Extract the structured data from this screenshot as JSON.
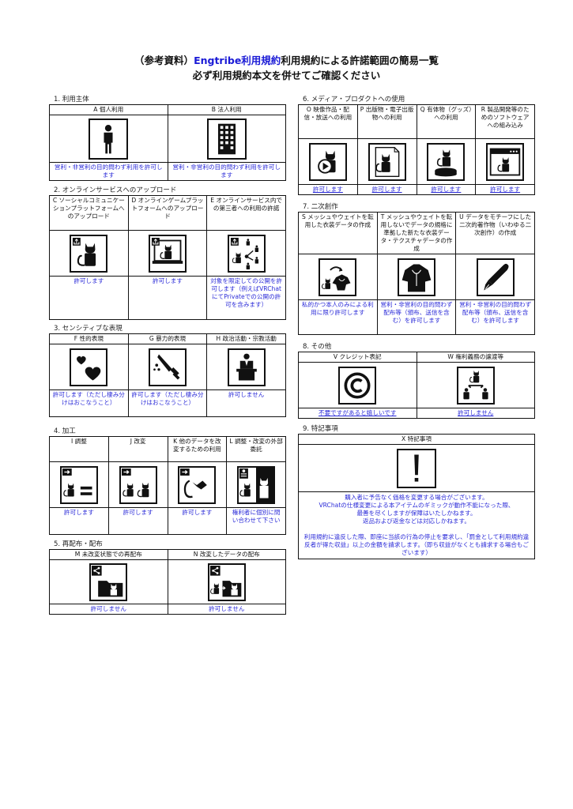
{
  "header": {
    "prefix": "（参考資料）",
    "brand": "Engtribe利用規約",
    "suffix": "利用規約による許諾範囲の簡易一覧",
    "subtitle": "必ず利用規約本文を併せてご確認ください"
  },
  "colors": {
    "text": "#111111",
    "permission": "#2b2bd8",
    "brand": "#1a1ad6",
    "border": "#111111"
  },
  "sections": {
    "s1": {
      "label": "1. 利用主体",
      "items": [
        {
          "code": "A 個人利用",
          "icon": "person-icon",
          "permission": "営利・非営利の目的問わず利用を許可します"
        },
        {
          "code": "B 法人利用",
          "icon": "building-icon",
          "permission": "営利・非営利の目的問わず利用を許可します"
        }
      ]
    },
    "s2": {
      "label": "2. オンラインサービスへのアップロード",
      "items": [
        {
          "code": "C ソーシャルコミュニケーションプラットフォームへのアップロード",
          "icon": "upload-avatar-icon",
          "permission": "許可します"
        },
        {
          "code": "D オンラインゲームプラットフォームへのアップロード",
          "icon": "upload-monitor-icon",
          "permission": "許可します"
        },
        {
          "code": "E オンラインサービス内での第三者への利用の許諾",
          "icon": "upload-share-icon",
          "permission": "対象を限定しての公開を許可します（例えばVRChatにてPrivateでの公開の許可を含みます）"
        }
      ]
    },
    "s3": {
      "label": "3. センシティブな表現",
      "items": [
        {
          "code": "F 性的表現",
          "icon": "hearts-icon",
          "permission": "許可します（ただし棲み分けはおこなうこと）"
        },
        {
          "code": "G 暴力的表現",
          "icon": "knife-icon",
          "permission": "許可します（ただし棲み分けはおこなうこと）"
        },
        {
          "code": "H 政治活動・宗教活動",
          "icon": "podium-speaker-icon",
          "permission": "許可しません"
        }
      ]
    },
    "s4": {
      "label": "4. 加工",
      "items": [
        {
          "code": "I 調整",
          "icon": "adjust-equal-icon",
          "permission": "許可します"
        },
        {
          "code": "J 改変",
          "icon": "modify-two-cats-icon",
          "permission": "許可します"
        },
        {
          "code": "K 他のデータを改変するための利用",
          "icon": "reuse-parts-icon",
          "permission": "許可します"
        },
        {
          "code": "L 調整・改変の外部委託",
          "icon": "outsource-icon",
          "permission": "権利者に個別に問い合わせて下さい"
        }
      ]
    },
    "s5": {
      "label": "5. 再配布・配布",
      "items": [
        {
          "code": "M 未改変状態での再配布",
          "icon": "share-folder-icon",
          "permission": "許可しません"
        },
        {
          "code": "N 改変したデータの配布",
          "icon": "share-modified-folder-icon",
          "permission": "許可しません"
        }
      ]
    },
    "s6": {
      "label": "6. メディア・プロダクトへの使用",
      "items": [
        {
          "code": "O 映像作品・配信・放送への利用",
          "icon": "video-play-icon",
          "permission": "許可します"
        },
        {
          "code": "P 出版物・電子出版物への利用",
          "icon": "document-cat-icon",
          "permission": "許可します"
        },
        {
          "code": "Q 有体物（グッズ）への利用",
          "icon": "figure-goods-icon",
          "permission": "許可します"
        },
        {
          "code": "R 製品開発等のためのソフトウェアへの組み込み",
          "icon": "software-window-icon",
          "permission": "許可します"
        }
      ]
    },
    "s7": {
      "label": "7. 二次創作",
      "items": [
        {
          "code": "S メッシュやウェイトを転用した衣装データの作成",
          "icon": "cat-to-clothes-icon",
          "permission": "私的かつ本人のみによる利用に限り許可します"
        },
        {
          "code": "T メッシュやウェイトを転用しないでデータの規格に準拠した新たな衣装データ・テクスチャデータの作成",
          "icon": "clothes-icon",
          "permission": "営利・非営利の目的問わず配布等（頒布、送信を含む）を許可します"
        },
        {
          "code": "U データをモチーフにした二次的著作物（いわゆる二次創作）の作成",
          "icon": "pen-nib-icon",
          "permission": "営利・非営利の目的問わず配布等（頒布、送信を含む）を許可します"
        }
      ]
    },
    "s8": {
      "label": "8. その他",
      "items": [
        {
          "code": "V クレジット表記",
          "icon": "copyright-icon",
          "permission": "不要ですがあると嬉しいです"
        },
        {
          "code": "W 権利義務の譲渡等",
          "icon": "transfer-rights-icon",
          "permission": "許可しません"
        }
      ]
    },
    "s9": {
      "label": "9. 特記事項",
      "item": {
        "code": "X 特記事項",
        "icon": "exclamation-icon",
        "notes": [
          "購入者に予告なく価格を変更する場合がございます。",
          "VRChatの仕様変更による本アイテムのギミックが動作不能になった際、",
          "最善を尽くしますが保障はいたしかねます。",
          "返品および返金などは対応しかねます。",
          "",
          "利用規約に違反した際、即座に当該の行為の停止を要求し、「罰金として利用規約違反者が得た収益」以上の金額を請求します。（即ち収益がなくとも請求する場合もございます）"
        ]
      }
    }
  }
}
